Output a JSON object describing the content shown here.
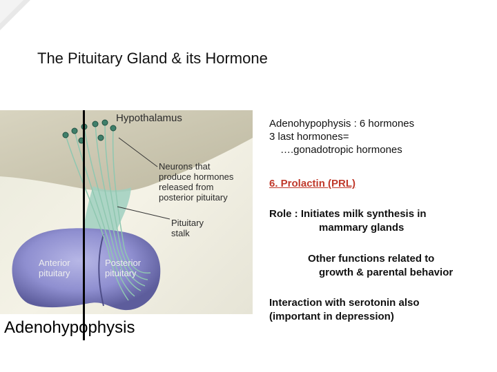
{
  "slide": {
    "title": "The Pituitary Gland & its Hormone"
  },
  "figure": {
    "labels": {
      "hypothalamus": "Hypothalamus",
      "neurons_l1": "Neurons that",
      "neurons_l2": "produce hormones",
      "neurons_l3": "released from",
      "neurons_l4": "posterior pituitary",
      "stalk_l1": "Pituitary",
      "stalk_l2": "stalk",
      "anterior_l1": "Anterior",
      "anterior_l2": "pituitary",
      "posterior_l1": "Posterior",
      "posterior_l2": "pituitary"
    },
    "caption": "Adenohypophysis",
    "colors": {
      "gland": "#8f8fd0",
      "gland_dark": "#5d5d9c",
      "axon": "#8fc7b0",
      "neuron": "#3f7f6a"
    }
  },
  "right": {
    "line1": "Adenohypophysis : 6 hormones",
    "line2": "3 last hormones=",
    "line3": "….gonadotropic hormones",
    "prl": "6. Prolactin (PRL)",
    "role_l1": "Role : Initiates milk synthesis in",
    "role_l2": "mammary glands",
    "other_l1": "Other functions related to",
    "other_l2": "growth & parental behavior",
    "inter_l1": "Interaction with serotonin also",
    "inter_l2": "(important in depression)"
  }
}
